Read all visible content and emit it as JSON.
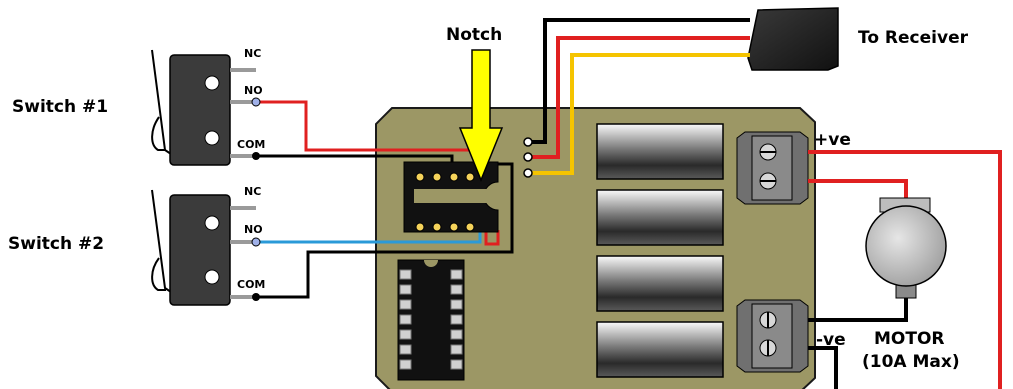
{
  "labels": {
    "switch1": "Switch #1",
    "switch2": "Switch #2",
    "notch": "Notch",
    "receiver": "To Receiver",
    "plus": "+ve",
    "minus": "-ve",
    "motor": "MOTOR",
    "motor_rating": "(10A Max)",
    "sw1_nc": "NC",
    "sw1_no": "NO",
    "sw1_com": "COM",
    "sw2_nc": "NC",
    "sw2_no": "NO",
    "sw2_com": "COM"
  },
  "colors": {
    "board": "#9c9765",
    "switch_body": "#3b3b3b",
    "wire_red": "#e02020",
    "wire_black": "#000000",
    "wire_yellow": "#f5c400",
    "wire_blue": "#2a9ad8",
    "notch_arrow": "#ffff00",
    "motor_body": "#bdbdbd"
  }
}
